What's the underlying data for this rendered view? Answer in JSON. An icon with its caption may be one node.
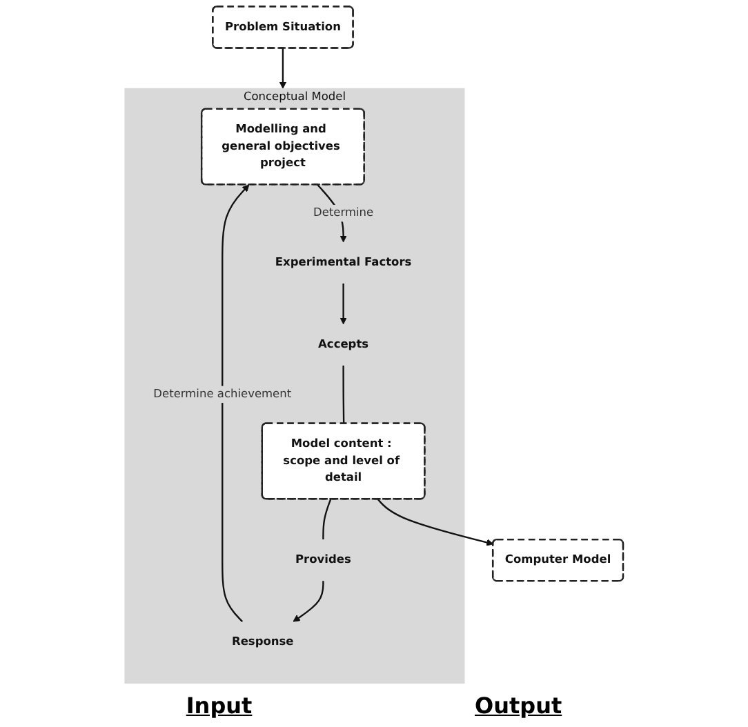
{
  "diagram": {
    "nodes": [
      {
        "text": [
          "Problem Situation"
        ]
      },
      {
        "text": [
          "Conceptual Model"
        ]
      },
      {
        "text": [
          "Modelling and general objectives project"
        ],
        "in": 1
      },
      {
        "text": [
          "Experimental Factors"
        ],
        "in": 1
      },
      {
        "text": [
          "Accepts"
        ],
        "in": 1
      },
      {
        "text": [
          "Model content : scope and level of detail"
        ],
        "in": 1
      },
      {
        "text": [
          "Provides"
        ],
        "in": 1
      },
      {
        "text": [
          "Response"
        ],
        "in": 1
      },
      {
        "text": [
          "Computer Model"
        ]
      }
    ],
    "edges": [
      {
        "from": 0,
        "to": 1,
        "arrow": "to"
      },
      {
        "from": 2,
        "to": 3,
        "arrow": "to",
        "label": "Determine"
      },
      {
        "from": 3,
        "to": 4,
        "arrow": "to"
      },
      {
        "from": 4,
        "to": 5,
        "arrow": "none"
      },
      {
        "from": 5,
        "to": 6,
        "arrow": "none"
      },
      {
        "from": 6,
        "to": 7,
        "arrow": "to"
      },
      {
        "from": 7,
        "to": 2,
        "arrow": "to",
        "label": "Determine achievement"
      },
      {
        "from": 5,
        "to": 8,
        "arrow": "to"
      }
    ],
    "labels": [
      "Input",
      "Output"
    ]
  }
}
